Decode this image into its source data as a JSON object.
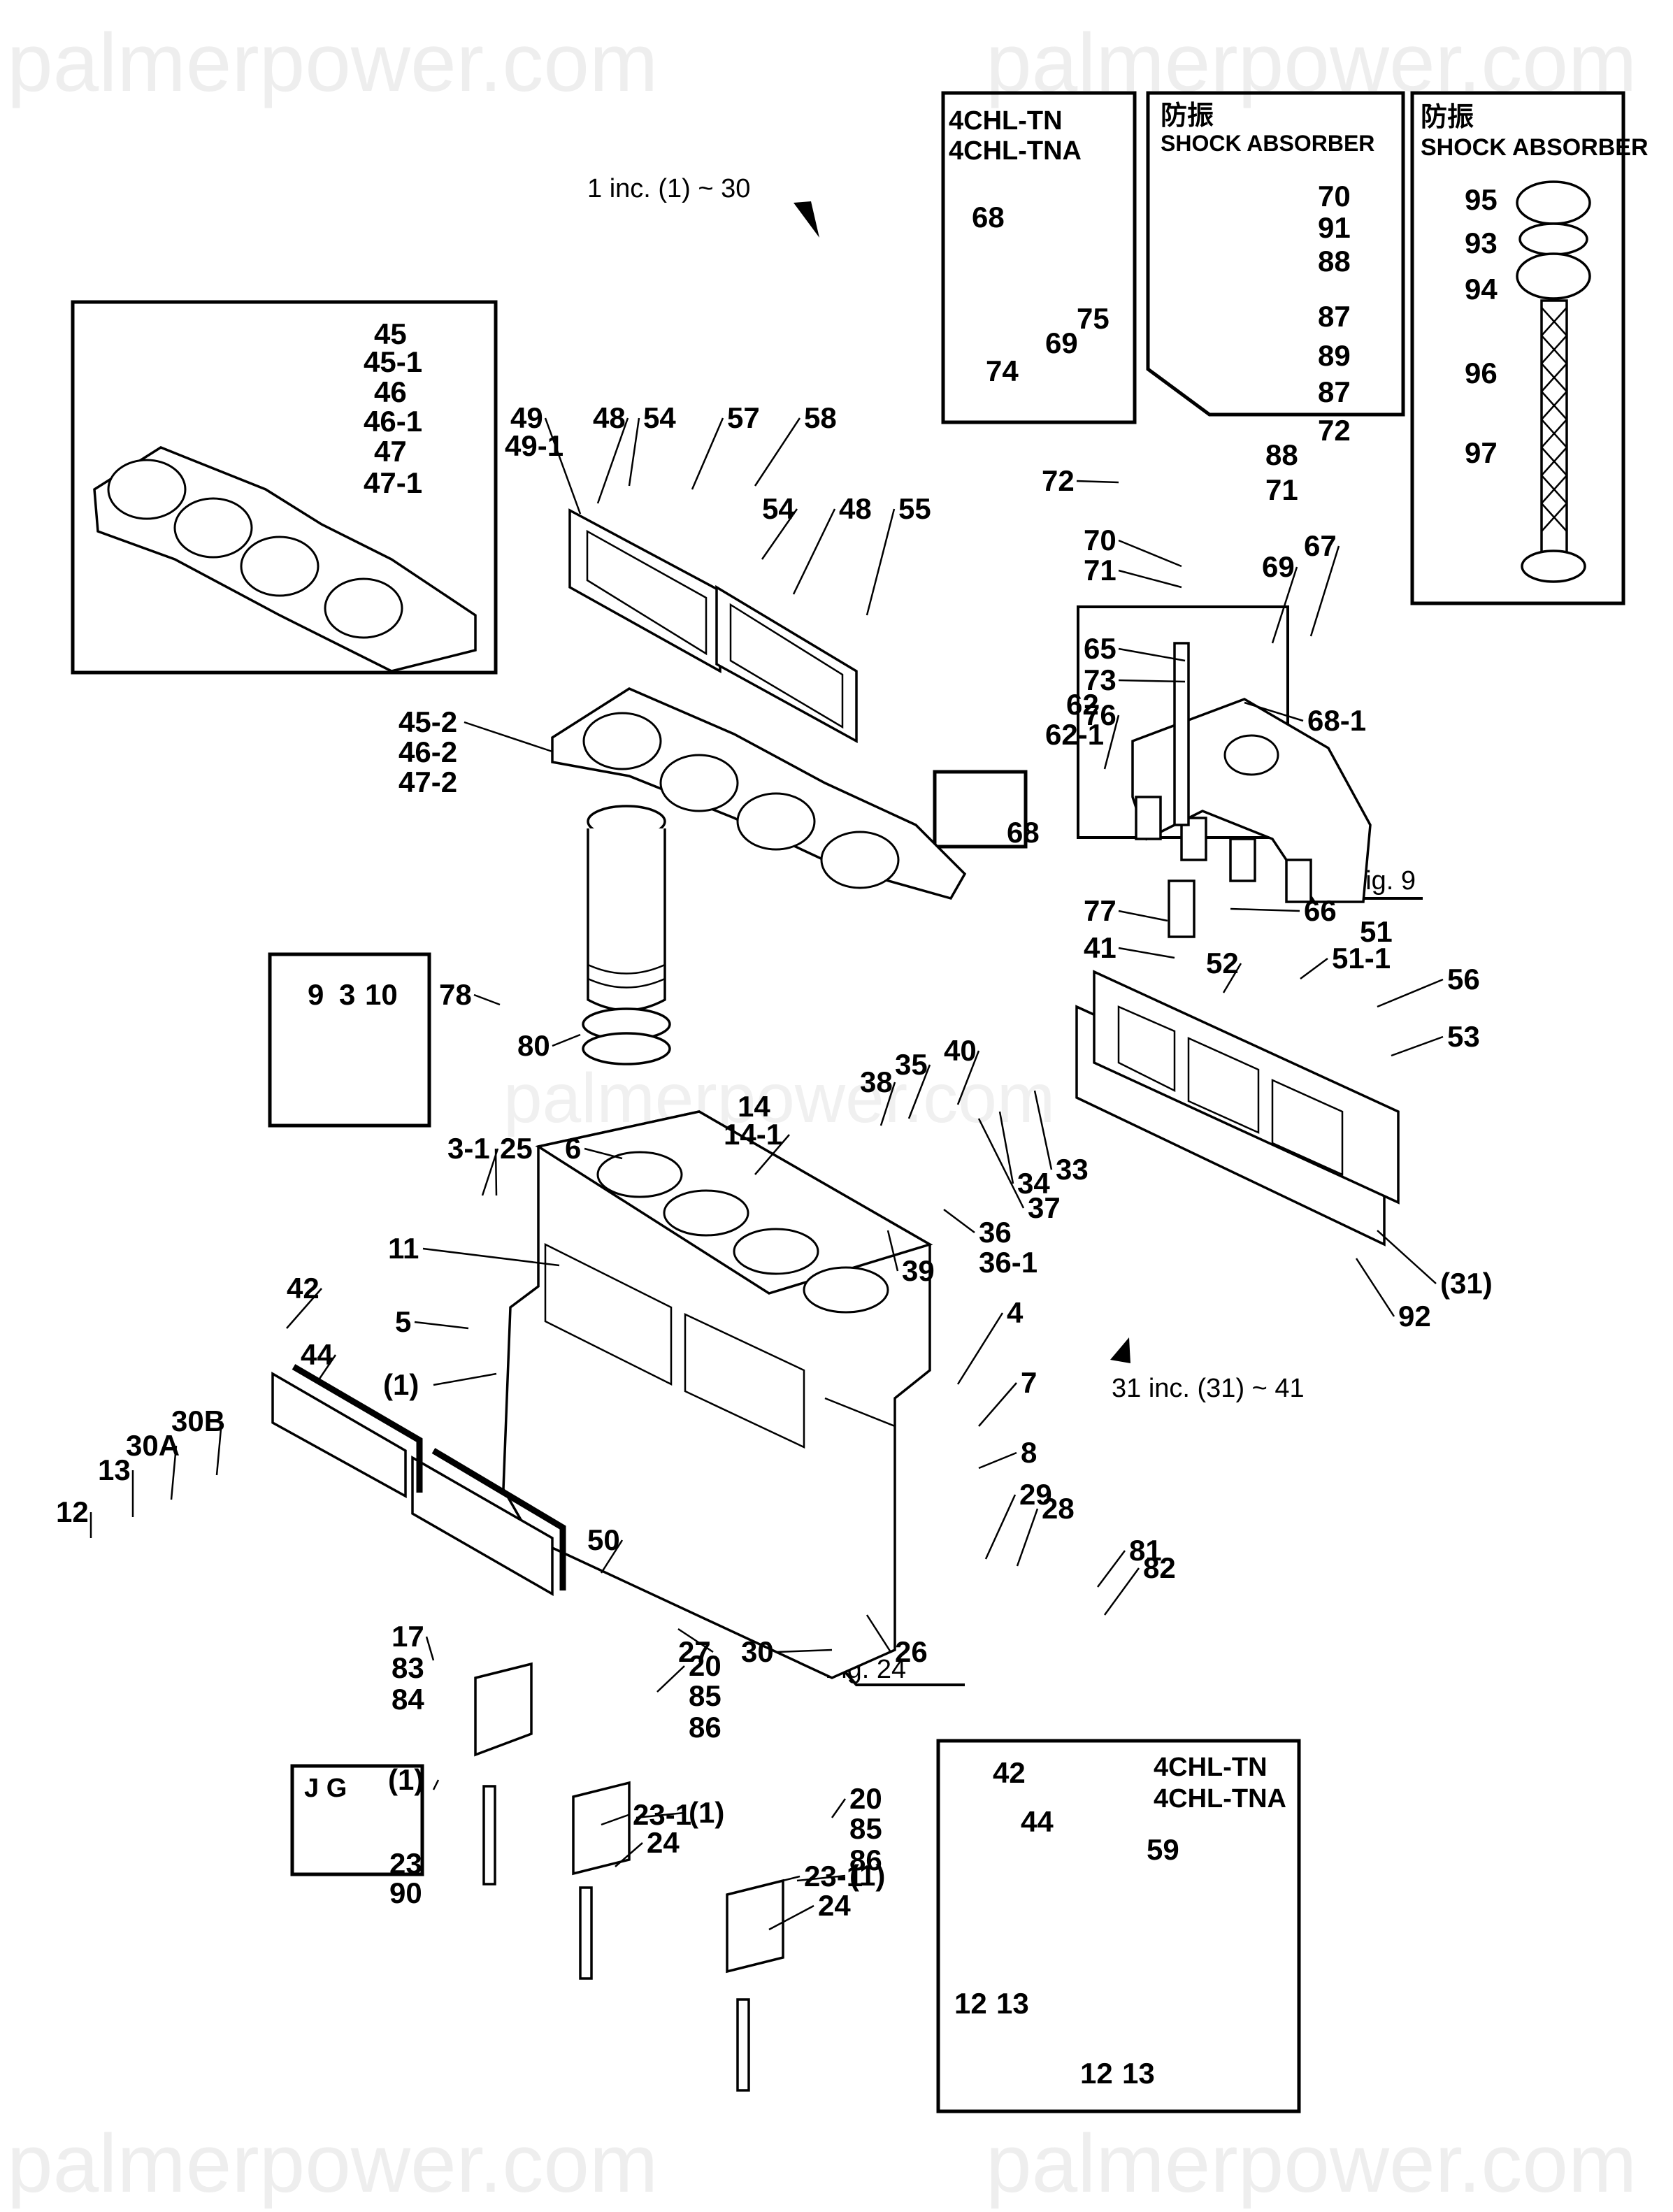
{
  "watermark": "palmerpower.com",
  "notes": {
    "group1": "1 inc. (1) ~ 30",
    "group31": "31 inc. (31) ~ 41",
    "fig9": "Fig. 9",
    "fig24": "Fig. 24"
  },
  "insets": {
    "model_top": {
      "line1": "4CHL-TN",
      "line2": "4CHL-TNA",
      "labels": [
        "68",
        "69",
        "74",
        "75"
      ]
    },
    "shock_absorber_a": {
      "title_jp": "防振",
      "title_en": "SHOCK ABSORBER",
      "labels": [
        "70",
        "91",
        "88",
        "87",
        "89",
        "87",
        "72",
        "88",
        "71"
      ]
    },
    "shock_absorber_b": {
      "title_jp": "防振",
      "title_en": "SHOCK ABSORBER",
      "labels": [
        "95",
        "93",
        "94",
        "96",
        "97"
      ]
    },
    "head_gasket": {
      "labels": [
        "45",
        "45-1",
        "46",
        "46-1",
        "47",
        "47-1"
      ]
    },
    "plug": {
      "labels": [
        "9",
        "3",
        "10"
      ]
    },
    "clamp": {
      "labels": [
        "68"
      ]
    },
    "jg": {
      "title": "J G",
      "labels": [
        "23",
        "90"
      ]
    },
    "model_bottom": {
      "line1": "4CHL-TN",
      "line2": "4CHL-TNA",
      "labels": [
        "42",
        "44",
        "59",
        "12",
        "13",
        "12",
        "13"
      ]
    }
  },
  "callouts": [
    "49",
    "49-1",
    "48",
    "54",
    "57",
    "58",
    "54",
    "48",
    "55",
    "45-2",
    "46-2",
    "47-2",
    "78",
    "80",
    "72",
    "70",
    "71",
    "65",
    "73",
    "76",
    "62",
    "62-1",
    "69",
    "67",
    "68-1",
    "77",
    "66",
    "41",
    "52",
    "51",
    "51-1",
    "56",
    "53",
    "3-1",
    "25",
    "6",
    "14",
    "14-1",
    "38",
    "35",
    "40",
    "37",
    "34",
    "33",
    "39",
    "36",
    "36-1",
    "92",
    "(31)",
    "11",
    "5",
    "(1)",
    "42",
    "44",
    "30B",
    "30A",
    "13",
    "12",
    "4",
    "7",
    "8",
    "29",
    "28",
    "81",
    "82",
    "50",
    "27",
    "30",
    "26",
    "17",
    "83",
    "84",
    "20",
    "85",
    "86",
    "(1)",
    "(1)",
    "20",
    "85",
    "86",
    "(1)",
    "23-1",
    "24",
    "23-1",
    "24"
  ]
}
